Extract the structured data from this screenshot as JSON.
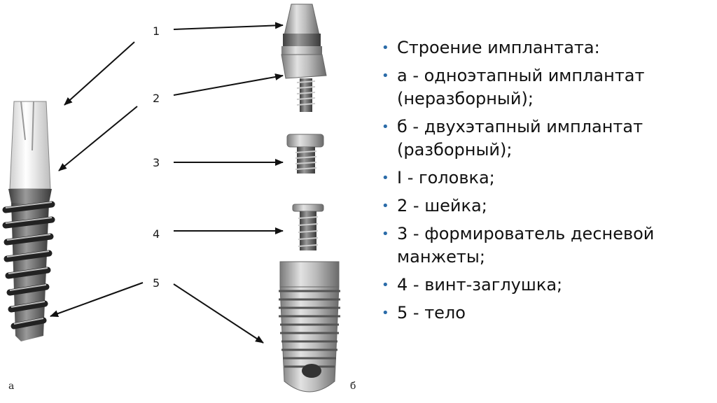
{
  "diagram": {
    "labels": [
      "1",
      "2",
      "3",
      "4",
      "5"
    ],
    "subfigure_a": "а",
    "subfigure_b": "б"
  },
  "bullets": [
    "Строение имплантата:",
    "а - одноэтапный имплантат (неразборный);",
    "б - двухэтапный имплантат (разборный);",
    "I - головка;",
    "2 - шейка;",
    "3 - формирователь десневой манжеты;",
    "4 - винт-заглушка;",
    "5 - тело"
  ],
  "colors": {
    "bullet": "#2a6ba8",
    "arrow": "#111111"
  }
}
